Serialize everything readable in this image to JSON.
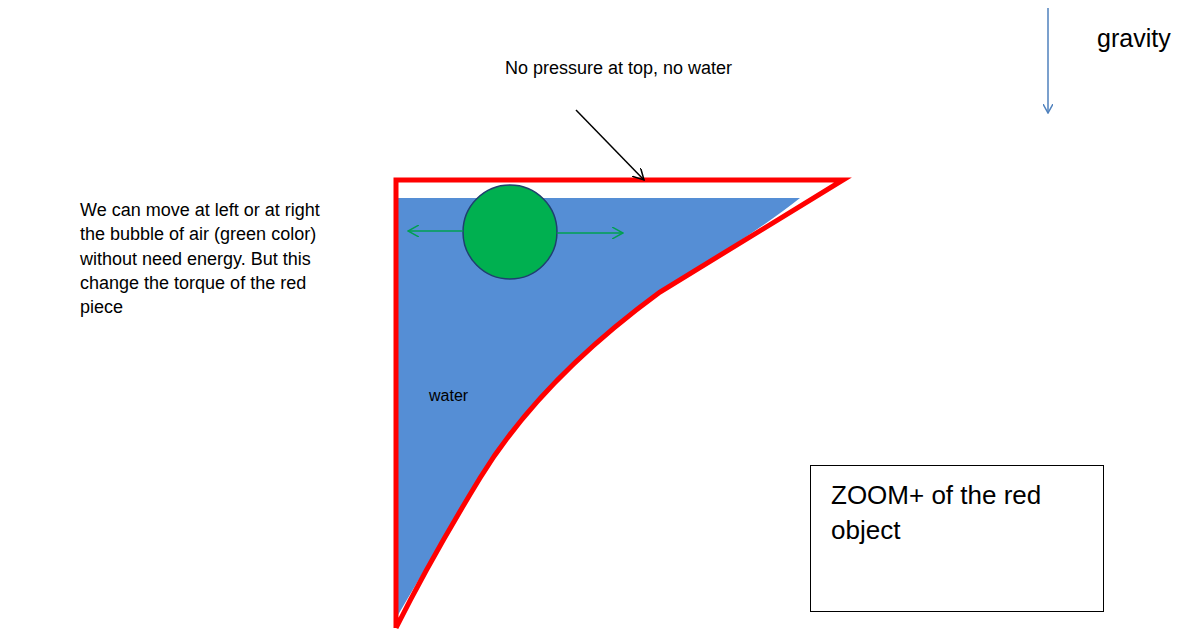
{
  "diagram": {
    "nodes": [
      {
        "text": [
          "ZOOM+ of the red object"
        ]
      }
    ],
    "labels": [
      "gravity",
      "No pressure at top, no water",
      "We can move at left or at right the bubble of air (green color) without need energy. But this change the torque of the red piece",
      "water"
    ]
  }
}
